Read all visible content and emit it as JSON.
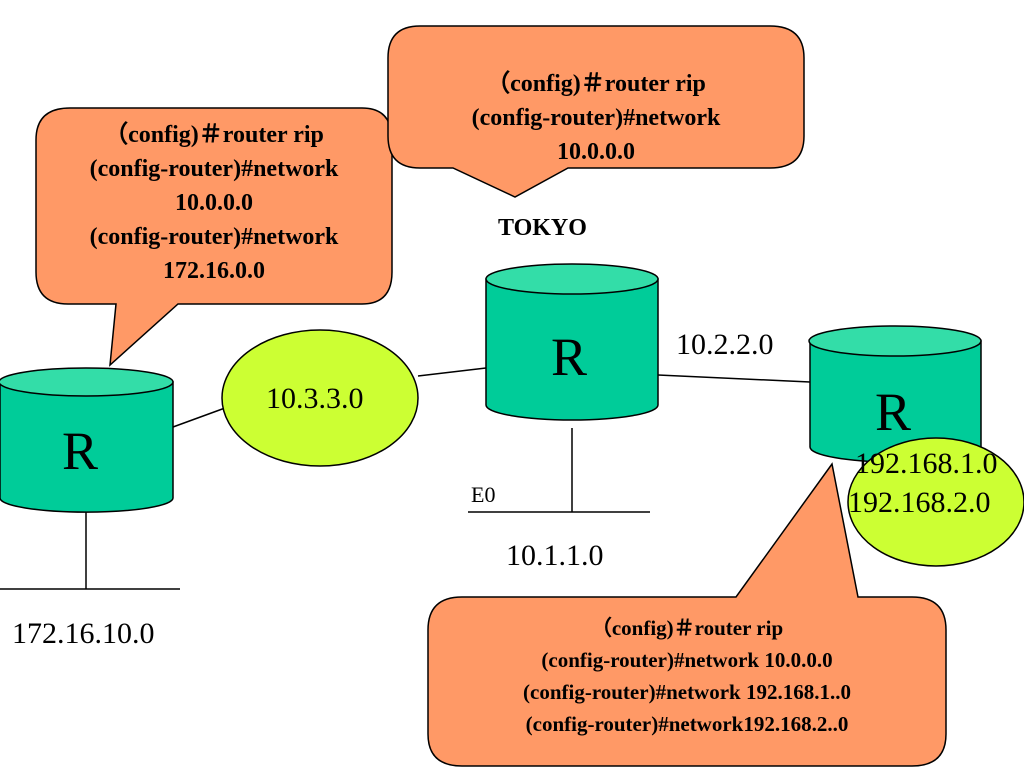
{
  "colors": {
    "router_body": "#00cc99",
    "router_top": "#33dda8",
    "network_ellipse": "#ccff33",
    "callout_fill": "#ff9966",
    "line": "#000000"
  },
  "routers": {
    "left": {
      "label": "R"
    },
    "tokyo": {
      "label": "R",
      "name": "TOKYO"
    },
    "right": {
      "label": "R"
    }
  },
  "networks": {
    "left_tokyo": "10.3.3.0",
    "tokyo_right": "10.2.2.0",
    "tokyo_lan": "10.1.1.0",
    "left_lan": "172.16.10.0",
    "right_lan_1": "192.168.1.0",
    "right_lan_2": "192.168.2.0",
    "interface": "E0"
  },
  "callouts": {
    "left": [
      "（config)＃router rip",
      "(config-router)#network",
      "10.0.0.0",
      "(config-router)#network",
      "172.16.0.0"
    ],
    "tokyo": [
      "（config)＃router rip",
      "(config-router)#network",
      "10.0.0.0"
    ],
    "right": [
      "（config)＃router rip",
      "(config-router)#network 10.0.0.0",
      "(config-router)#network 192.168.1..0",
      "(config-router)#network192.168.2..0"
    ]
  }
}
